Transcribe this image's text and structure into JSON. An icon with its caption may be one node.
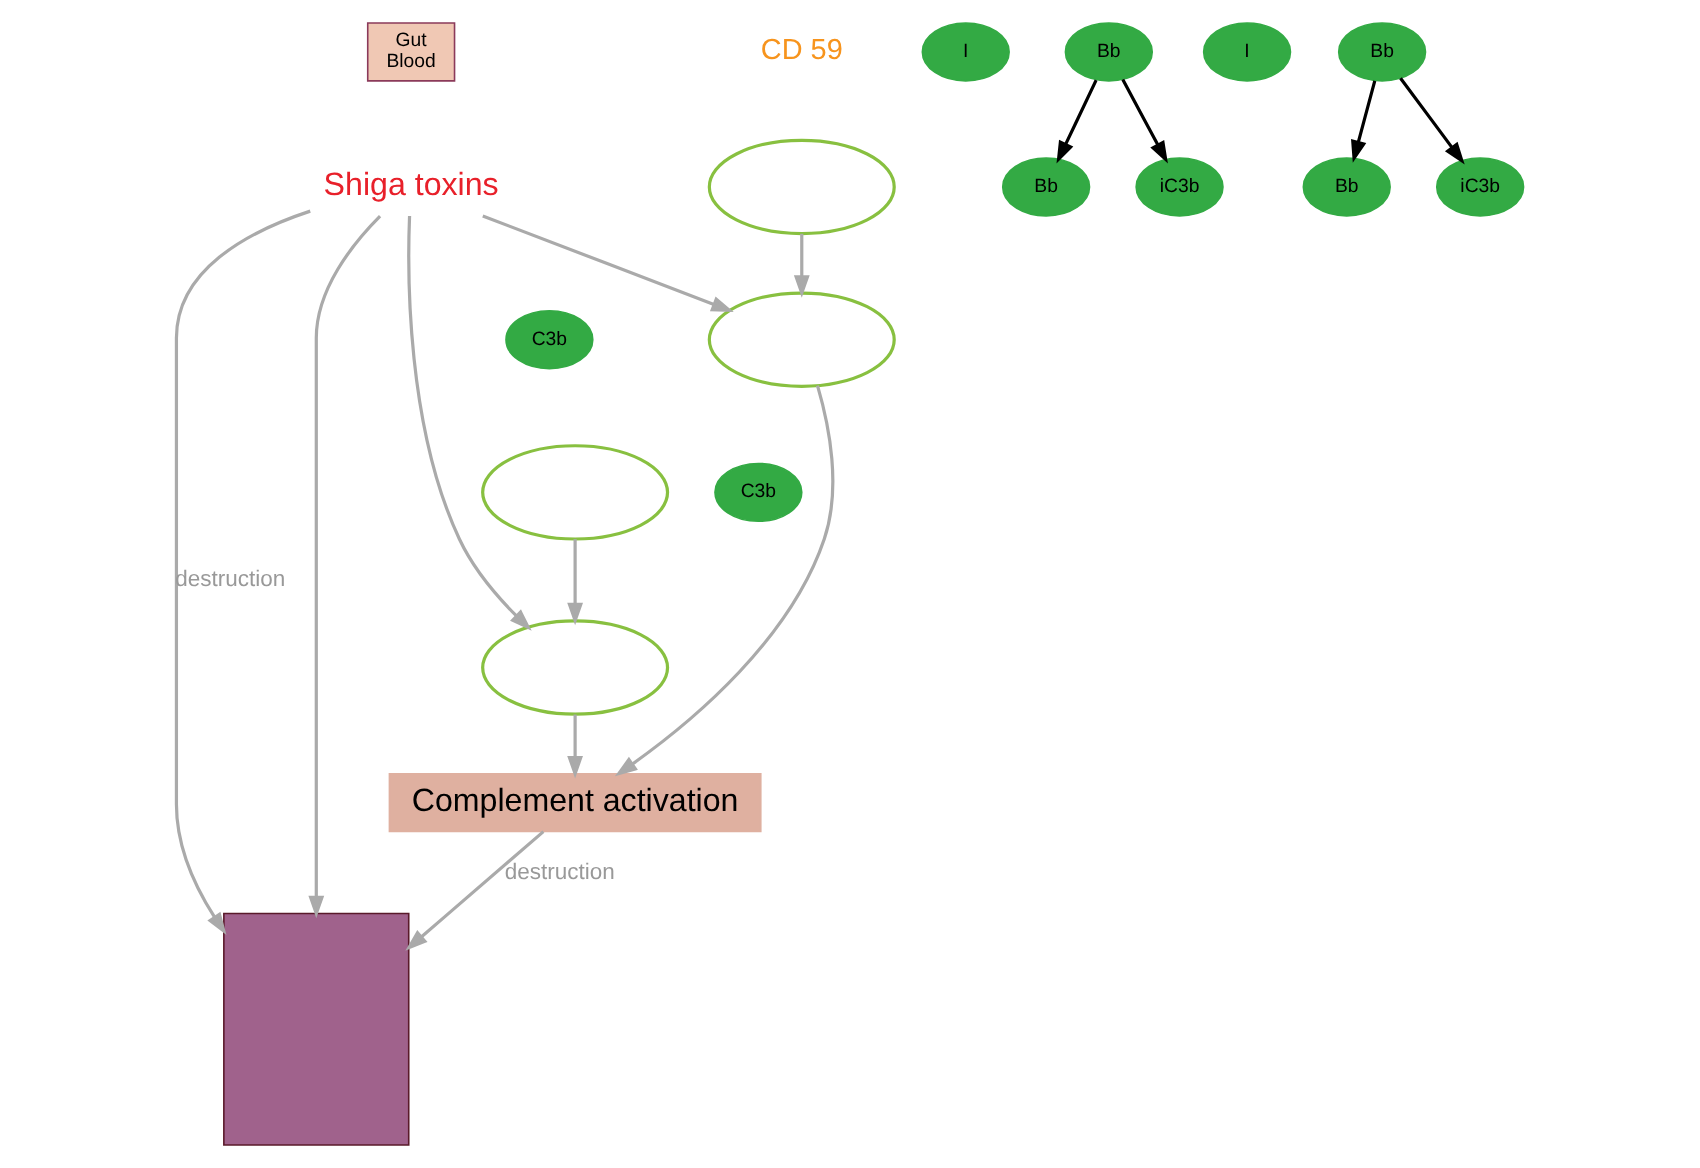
{
  "diagram": {
    "nodes": [
      {
        "text": [
          "Gut",
          "Blood"
        ]
      },
      {
        "text": [
          "Shiga toxins"
        ]
      },
      {
        "text": [],
        "shape": "box"
      },
      {
        "text": [],
        "shape": "ellipse"
      },
      {
        "text": [
          "I"
        ]
      },
      {
        "text": [
          "Bb"
        ]
      },
      {
        "text": [
          "C3b"
        ]
      },
      {
        "text": [
          "Bb"
        ]
      },
      {
        "text": [
          "iC3b"
        ]
      },
      {
        "text": [],
        "shape": "ellipse"
      },
      {
        "text": [],
        "shape": "ellipse"
      },
      {
        "text": [
          "I"
        ]
      },
      {
        "text": [
          "Bb"
        ]
      },
      {
        "text": [
          "C3b"
        ]
      },
      {
        "text": [
          "Bb"
        ]
      },
      {
        "text": [
          "iC3b"
        ]
      },
      {
        "text": [],
        "shape": "ellipse"
      },
      {
        "text": [
          "Complement activation"
        ]
      }
    ],
    "edges": [
      {
        "from": 1,
        "to": 2,
        "arrow": "to",
        "label": "destruction"
      },
      {
        "from": 1,
        "to": 2,
        "arrow": "to"
      },
      {
        "from": 1,
        "to": 10,
        "arrow": "to"
      },
      {
        "from": 1,
        "to": 16,
        "arrow": "to"
      },
      {
        "from": 3,
        "to": 10,
        "arrow": "to"
      },
      {
        "from": 9,
        "to": 16,
        "arrow": "to"
      },
      {
        "from": 10,
        "to": 17,
        "arrow": "to"
      },
      {
        "from": 16,
        "to": 17,
        "arrow": "to"
      },
      {
        "from": 17,
        "to": 2,
        "arrow": "to",
        "label": "destruction"
      },
      {
        "from": 5,
        "to": 7,
        "arrow": "to",
        "color": "#000000"
      },
      {
        "from": 5,
        "to": 8,
        "arrow": "to",
        "color": "#000000"
      },
      {
        "from": 12,
        "to": 14,
        "arrow": "to",
        "color": "#000000"
      },
      {
        "from": 12,
        "to": 15,
        "arrow": "to",
        "color": "#000000"
      }
    ],
    "labels": [
      "CD 59"
    ]
  }
}
